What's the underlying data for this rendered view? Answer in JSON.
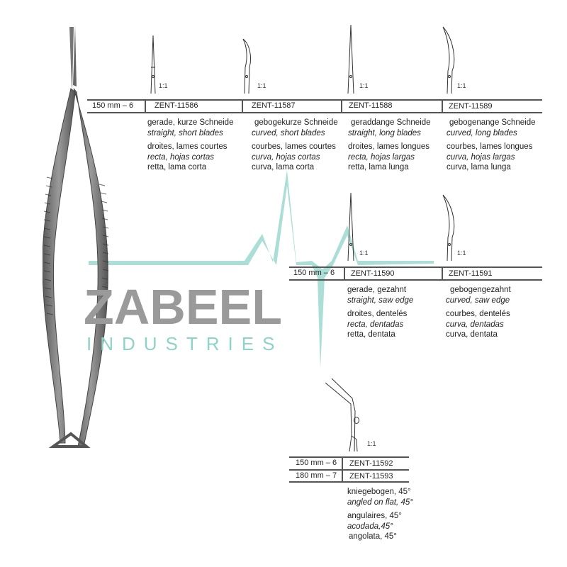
{
  "watermark": {
    "name": "ZABEEL",
    "subtitle": "INDUSTRIES",
    "color": "#7fcfc2",
    "text_color": "#9a9a9a"
  },
  "scale_label": "1:1",
  "section1": {
    "size": "150 mm – 6",
    "items": [
      {
        "code": "ZENT-11586",
        "de": "gerade, kurze Schneide",
        "en": "straight, short blades",
        "fr": "droites, lames courtes",
        "es": "recta, hojas cortas",
        "it": "retta, lama corta"
      },
      {
        "code": "ZENT-11587",
        "de": "gebogekurze Schneide",
        "en": "curved, short blades",
        "fr": "courbes, lames courtes",
        "es": "curva, hojas cortas",
        "it": "curva, lama corta"
      },
      {
        "code": "ZENT-11588",
        "de": "geraddange Schneide",
        "en": "straight, long blades",
        "fr": "droites, lames longues",
        "es": "recta, hojas largas",
        "it": "retta, lama lunga"
      },
      {
        "code": "ZENT-11589",
        "de": "gebogenange Schneide",
        "en": "curved, long blades",
        "fr": "courbes, lames longues",
        "es": "curva, hojas largas",
        "it": "curva, lama lunga"
      }
    ]
  },
  "section2": {
    "size": "150 mm – 6",
    "items": [
      {
        "code": "ZENT-11590",
        "de": "gerade, gezahnt",
        "en": "straight, saw edge",
        "fr": "droites, dentelés",
        "es": "recta, dentadas",
        "it": "retta, dentata"
      },
      {
        "code": "ZENT-11591",
        "de": "gebogengezahnt",
        "en": "curved, saw edge",
        "fr": "courbes, dentelés",
        "es": "curva, dentadas",
        "it": "curva, dentata"
      }
    ]
  },
  "section3": {
    "rows": [
      {
        "size": "150 mm – 6",
        "code": "ZENT-11592"
      },
      {
        "size": "180 mm – 7",
        "code": "ZENT-11593"
      }
    ],
    "desc": {
      "de": "kniegebogen, 45°",
      "en": "angled on flat, 45°",
      "fr": "angulaires, 45°",
      "es": "acodada,45°",
      "it": "angolata, 45°"
    }
  }
}
